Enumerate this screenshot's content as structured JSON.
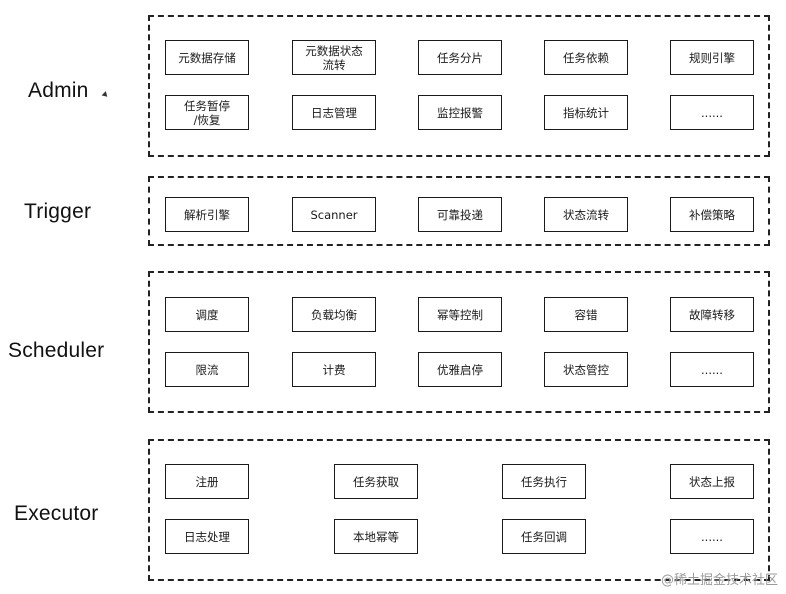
{
  "layers": {
    "admin": {
      "label": "Admin",
      "nodes": [
        "元数据存储",
        "元数据状态\n流转",
        "任务分片",
        "任务依赖",
        "规则引擎",
        "任务暂停\n/恢复",
        "日志管理",
        "监控报警",
        "指标统计",
        "......"
      ]
    },
    "trigger": {
      "label": "Trigger",
      "nodes": [
        "解析引擎",
        "Scanner",
        "可靠投递",
        "状态流转",
        "补偿策略"
      ]
    },
    "scheduler": {
      "label": "Scheduler",
      "nodes": [
        "调度",
        "负载均衡",
        "幂等控制",
        "容错",
        "故障转移",
        "限流",
        "计费",
        "优雅启停",
        "状态管控",
        "......"
      ]
    },
    "executor": {
      "label": "Executor",
      "nodes": [
        "注册",
        "任务获取",
        "任务执行",
        "状态上报",
        "日志处理",
        "本地幂等",
        "任务回调",
        "......"
      ]
    }
  },
  "watermark": "@稀土掘金技术社区"
}
